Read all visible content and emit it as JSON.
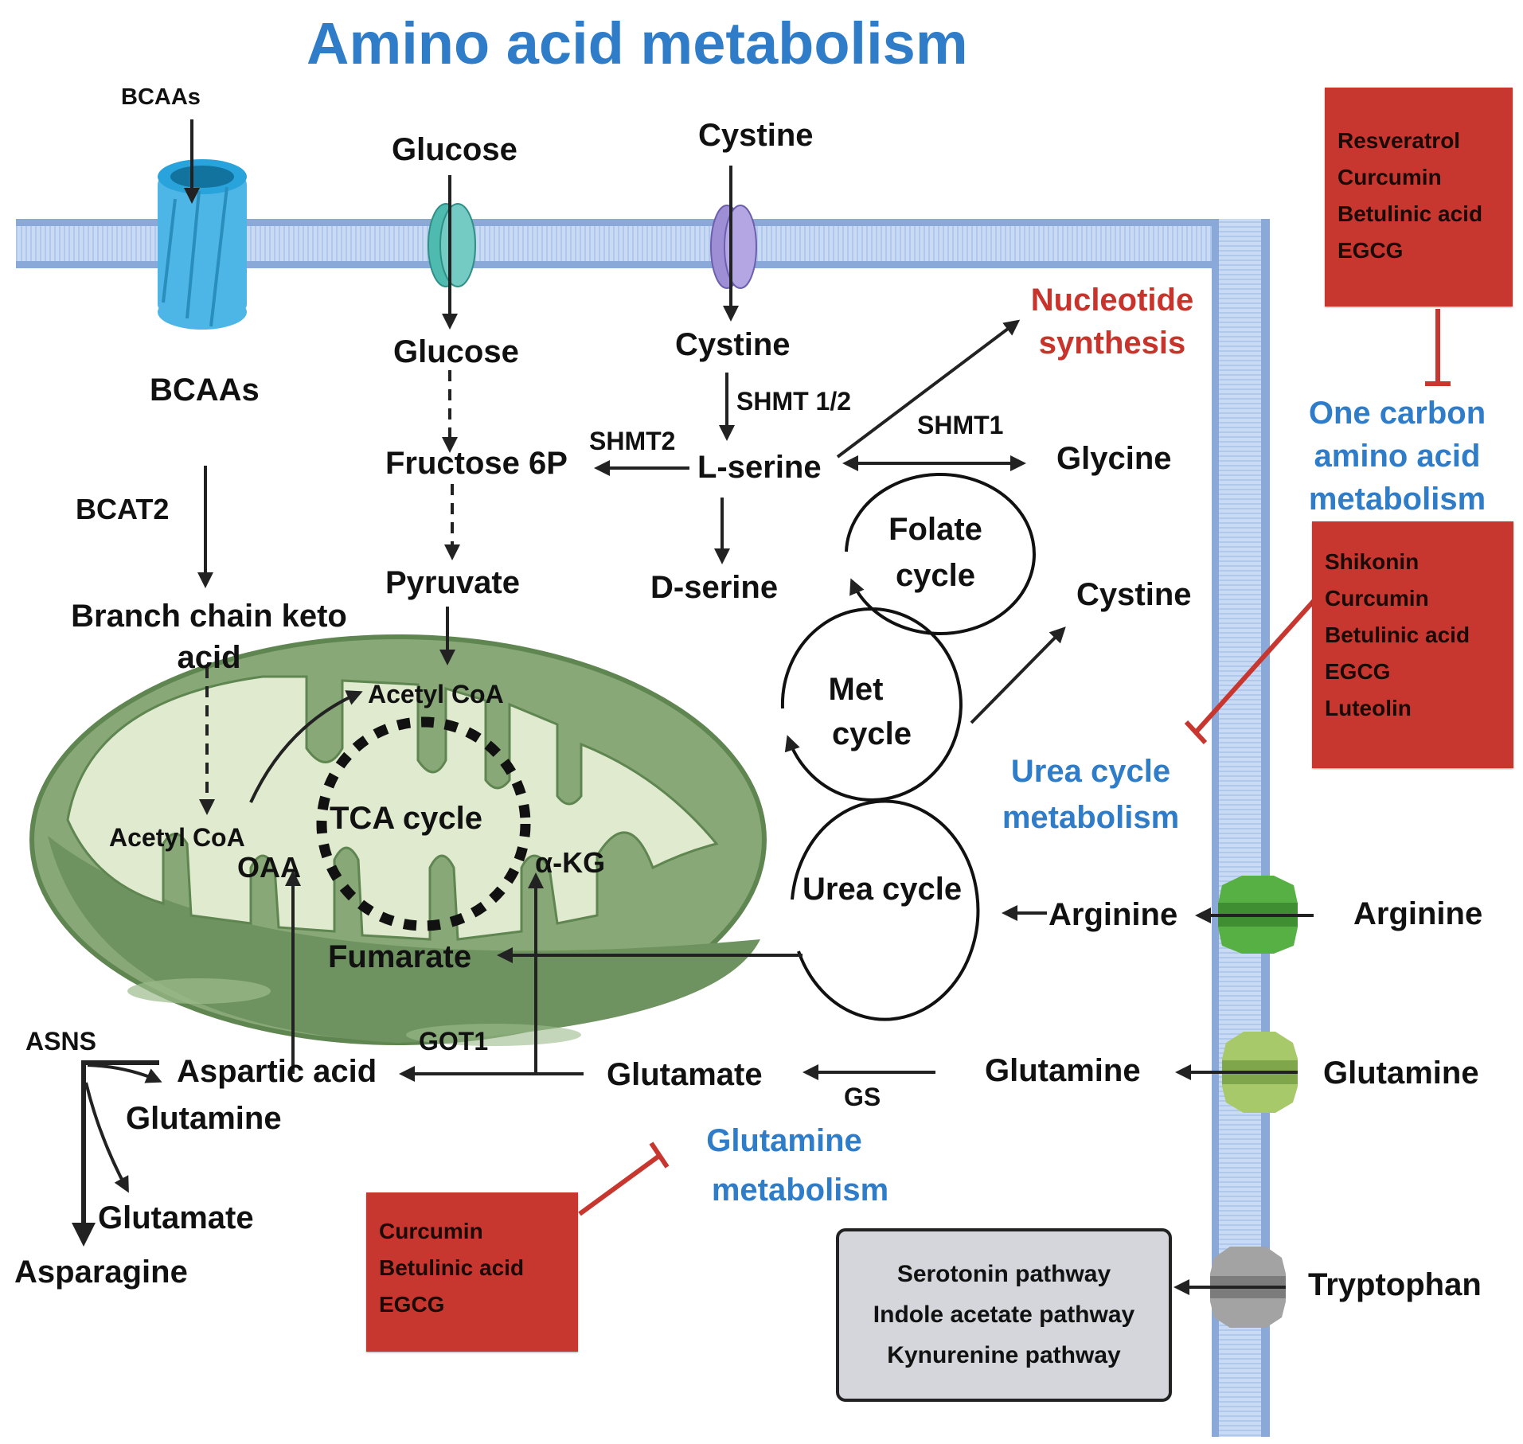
{
  "title": "Amino acid metabolism",
  "colors": {
    "title_blue": "#2f7cc9",
    "inhibitor_red": "#c8372f",
    "nucleotide_red": "#c8332b",
    "membrane_blue": "#a9c4ea",
    "mitochondria_outer": "#7ea26a",
    "mitochondria_inner": "#dde9d2",
    "arginine_transporter": "#4fa83e",
    "glutamine_transporter": "#a9c86a",
    "tryptophan_transporter": "#9b9b9b",
    "bcaa_channel": "#3fb0e0",
    "glucose_transporter": "#6fc8bf",
    "cystine_transporter": "#a99ad8"
  },
  "membrane": {
    "transporters": [
      {
        "name": "BCAA channel",
        "icon": "channel-cylinder"
      },
      {
        "name": "Glucose transporter",
        "icon": "transporter-oval"
      },
      {
        "name": "Cystine transporter",
        "icon": "transporter-oval"
      },
      {
        "name": "Arginine transporter",
        "icon": "transporter-octagon"
      },
      {
        "name": "Glutamine transporter",
        "icon": "transporter-octagon"
      },
      {
        "name": "Tryptophan transporter",
        "icon": "transporter-octagon"
      }
    ]
  },
  "extracellular": {
    "bcaas": "BCAAs",
    "glucose": "Glucose",
    "cystine": "Cystine",
    "arginine": "Arginine",
    "glutamine": "Glutamine",
    "tryptophan": "Tryptophan"
  },
  "cytosol": {
    "bcaas": "BCAAs",
    "bcat2": "BCAT2",
    "branch_chain_keto_acid": [
      "Branch chain keto",
      "acid"
    ],
    "glucose": "Glucose",
    "fructose_6p": "Fructose 6P",
    "pyruvate": "Pyruvate",
    "cystine": "Cystine",
    "shmt12": "SHMT 1/2",
    "shmt2": "SHMT2",
    "shmt1": "SHMT1",
    "l_serine": "L-serine",
    "d_serine": "D-serine",
    "glycine": "Glycine",
    "cystine_out": "Cystine",
    "nucleotide_synthesis": [
      "Nucleotide",
      "synthesis"
    ],
    "folate_cycle": [
      "Folate",
      "cycle"
    ],
    "met_cycle": [
      "Met",
      "cycle"
    ],
    "urea_cycle": "Urea cycle",
    "arginine": "Arginine",
    "glutamine": "Glutamine",
    "gs": "GS",
    "glutamate": "Glutamate",
    "got1": "GOT1",
    "aspartic_acid": "Aspartic acid",
    "asns": "ASNS",
    "asns_glutamine": "Glutamine",
    "asns_glutamate": "Glutamate",
    "asparagine": "Asparagine"
  },
  "mitochondria": {
    "acetyl_coa_top": "Acetyl CoA",
    "acetyl_coa_left": "Acetyl CoA",
    "tca_cycle": "TCA cycle",
    "oaa": "OAA",
    "akg": "α-KG",
    "fumarate": "Fumarate"
  },
  "pathway_labels": {
    "one_carbon": [
      "One carbon",
      "amino acid",
      "metabolism"
    ],
    "urea_cycle": [
      "Urea cycle",
      "metabolism"
    ],
    "glutamine": [
      "Glutamine",
      "metabolism"
    ]
  },
  "inhibitor_boxes": {
    "one_carbon": [
      "Resveratrol",
      "Curcumin",
      "Betulinic acid",
      "EGCG"
    ],
    "urea_cycle": [
      "Shikonin",
      "Curcumin",
      "Betulinic acid",
      "EGCG",
      "Luteolin"
    ],
    "glutamine": [
      "Curcumin",
      "Betulinic acid",
      "EGCG"
    ]
  },
  "tryptophan_pathways": [
    "Serotonin pathway",
    "Indole acetate pathway",
    "Kynurenine pathway"
  ]
}
